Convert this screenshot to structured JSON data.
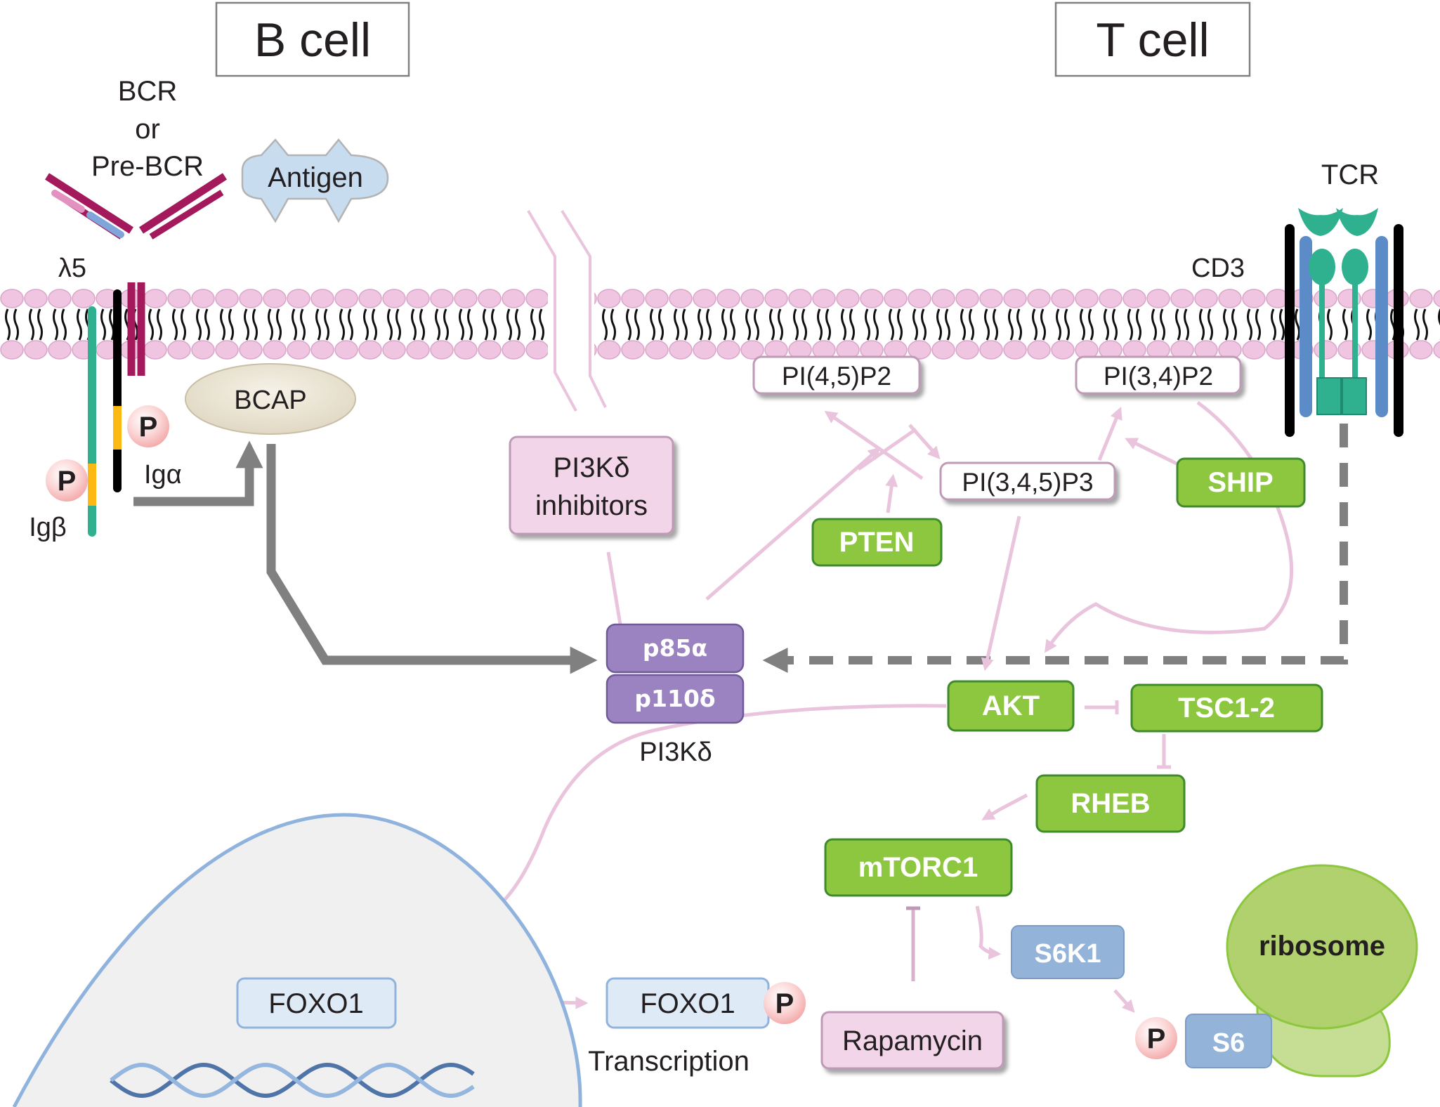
{
  "headers": {
    "b_cell": "B cell",
    "t_cell": "T cell"
  },
  "receptors": {
    "bcr_line1": "BCR",
    "bcr_line2": "or",
    "bcr_line3": "Pre-BCR",
    "lambda5": "λ5",
    "antigen": "Antigen",
    "ig_alpha": "Igα",
    "ig_beta": "Igβ",
    "tcr": "TCR",
    "cd3": "CD3",
    "bcap": "BCAP"
  },
  "phospho_label": "P",
  "lipids": {
    "pi45p2": "PI(4,5)P2",
    "pi34p2": "PI(3,4)P2",
    "pi345p3": "PI(3,4,5)P3"
  },
  "pi3k": {
    "p85": "p85α",
    "p110": "p110δ",
    "complex": "PI3Kδ"
  },
  "inhibitor": {
    "line1": "PI3Kδ",
    "line2": "inhibitors"
  },
  "pathway": {
    "pten": "PTEN",
    "ship": "SHIP",
    "akt": "AKT",
    "tsc": "TSC1-2",
    "rheb": "RHEB",
    "mtorc1": "mTORC1",
    "s6k1": "S6K1",
    "s6": "S6",
    "ribosome": "ribosome",
    "rapamycin": "Rapamycin"
  },
  "nucleus": {
    "foxo1_nuclear": "FOXO1",
    "foxo1_cytoplasmic": "FOXO1",
    "transcription": "Transcription"
  },
  "colors": {
    "green_fill": "#8dc63f",
    "pink_arrow": "#eac3dd",
    "purple": "#9b82c0",
    "gray_arrow": "#808080",
    "bcr_magenta": "#a3195b",
    "lipid_head": "#efc5e2"
  }
}
